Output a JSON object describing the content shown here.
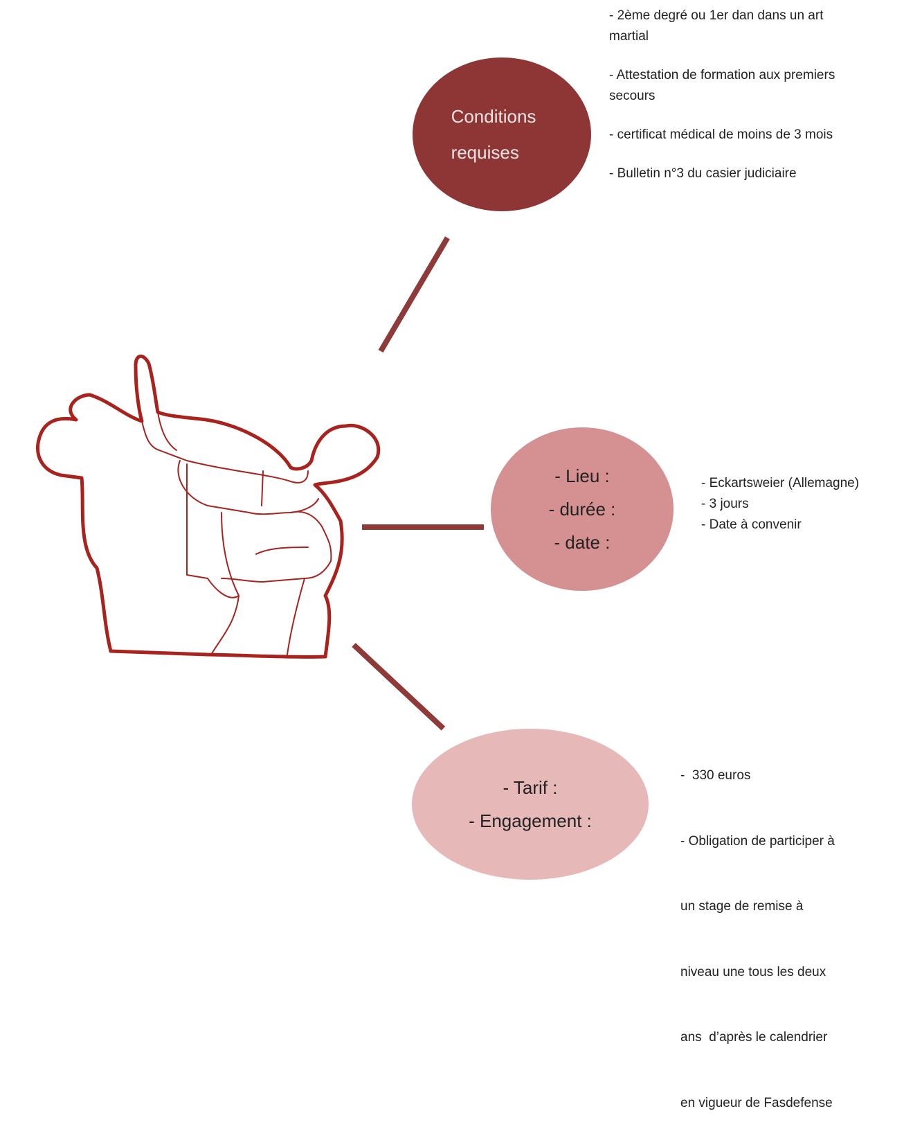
{
  "colors": {
    "connector": "#8e3a38",
    "figure_stroke": "#a8221e",
    "bubble_conditions": "#8e3636",
    "bubble_lieu": "#d59191",
    "bubble_tarif": "#e6b8b8"
  },
  "conditions": {
    "bubble_lines": [
      "Conditions",
      "requises"
    ],
    "items": [
      "- 2ème degré ou 1er dan dans un art martial",
      "- Attestation de formation aux premiers secours",
      "- certificat médical de moins de 3 mois",
      "- Bulletin n°3 du casier judiciaire"
    ]
  },
  "lieu": {
    "bubble_lines": [
      "- Lieu :",
      "- durée :",
      "- date :"
    ],
    "items": [
      "- Eckartsweier (Allemagne)",
      "- 3 jours",
      "- Date à convenir"
    ]
  },
  "tarif": {
    "bubble_lines": [
      "- Tarif :",
      "- Engagement :"
    ],
    "items": [
      "-  330 euros",
      "- Obligation de participer à",
      "un stage de remise à",
      "niveau une tous les deux",
      "ans  d’après le calendrier",
      "en vigueur de Fasdefense"
    ]
  },
  "figure_icon": "two-person-self-defense-illustration"
}
